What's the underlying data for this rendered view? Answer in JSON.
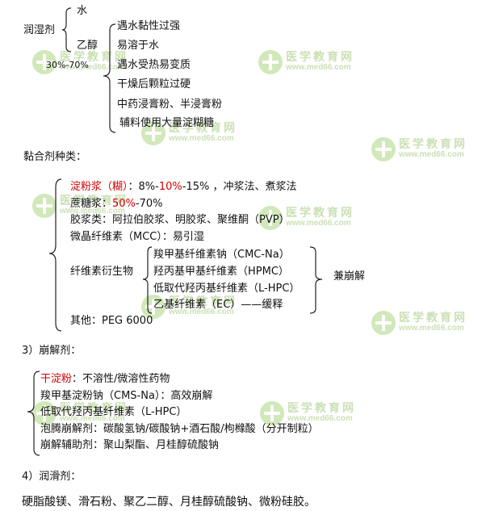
{
  "watermark": {
    "name": "医学教育网",
    "url": "www.med66.com"
  },
  "wetting": {
    "label": "润湿剂",
    "water": "水",
    "ethanol": "乙醇",
    "ethanol_conc": "30%-70%",
    "ethanol_uses": [
      "遇水黏性过强",
      "易溶于水",
      "遇水受热易变质",
      "干燥后颗粒过硬",
      "中药浸膏粉、半浸膏粉",
      "辅料使用大量淀糊糖"
    ]
  },
  "binders": {
    "heading": "黏合剂种类：",
    "starch": {
      "name": "淀粉浆（糊）",
      "sep": "：8%-",
      "mid": "10%",
      "rest": "-15% ，冲浆法、煮浆法"
    },
    "sucrose": {
      "name": "蔗糖浆：",
      "mid": "50%",
      "rest": "-70%"
    },
    "gums": "胶浆类：阿拉伯胶浆、明胶浆、聚维酮（PVP）",
    "mcc": "微晶纤维素（MCC）：易引湿",
    "cellulose": {
      "label": "纤维素衍生物",
      "items": [
        "羧甲基纤维素钠（CMC-Na）",
        "羟丙基甲基纤维素（HPMC）",
        "低取代羟丙基纤维素（L-HPC）",
        "乙基纤维素（EC）——缓释"
      ],
      "note": "兼崩解"
    },
    "other": "其他：PEG 6000"
  },
  "disintegrants": {
    "heading": "3）崩解剂：",
    "dry_starch": {
      "name": "干淀粉",
      "rest": "：不溶性/微溶性药物"
    },
    "items": [
      "羧甲基淀粉钠（CMS-Na）：高效崩解",
      "低取代羟丙基纤维素（L-HPC）",
      "泡腾崩解剂：碳酸氢钠/碳酸钠+酒石酸/枸橼酸（分开制粒）",
      "崩解辅助剂：聚山梨酯、月桂醇硫酸钠"
    ]
  },
  "lubricants": {
    "heading": "4）润滑剂：",
    "items": "硬脂酸镁、滑石粉、聚乙二醇、月桂醇硫酸钠、微粉硅胶。"
  },
  "colors": {
    "accent": "#d40000",
    "watermark": "#7dbf3c"
  }
}
